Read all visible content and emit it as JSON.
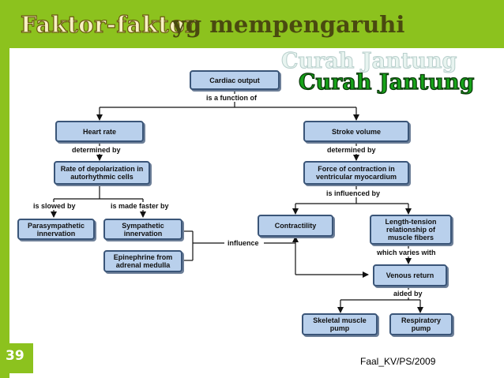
{
  "slide": {
    "title_part1": "Faktor-faktor",
    "title_part2": "yg mempengaruhi",
    "ghost_heading": "Curah Jantung",
    "heading": "Curah Jantung",
    "slide_number": "39",
    "footer": "Faal_KV/PS/2009"
  },
  "diagram": {
    "nodes": {
      "cardiac_output": "Cardiac output",
      "heart_rate": "Heart rate",
      "stroke_volume": "Stroke volume",
      "depolarization": "Rate of depolarization in autorhythmic cells",
      "force_contraction": "Force of contraction in ventricular myocardium",
      "parasympathetic": "Parasympathetic innervation",
      "sympathetic": "Sympathetic innervation",
      "epinephrine": "Epinephrine from adrenal medulla",
      "contractility": "Contractility",
      "length_tension": "Length-tension relationship of muscle fibers",
      "venous_return": "Venous return",
      "skeletal_pump": "Skeletal muscle pump",
      "respiratory_pump": "Respiratory pump"
    },
    "labels": {
      "function_of": "is a function of",
      "determined_by_1": "determined by",
      "determined_by_2": "determined by",
      "slowed_by": "is slowed by",
      "faster_by": "is made faster by",
      "influenced_by": "is influenced by",
      "influence": "influence",
      "varies_with": "which varies with",
      "aided_by": "aided by"
    }
  },
  "colors": {
    "frame_green": "#8cc21e",
    "node_fill": "#b9d0ec",
    "node_border": "#3a5578",
    "heading_green": "#16a318"
  }
}
